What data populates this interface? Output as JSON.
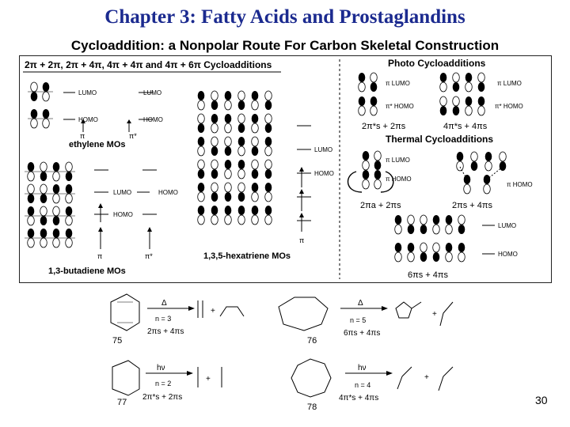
{
  "header": {
    "title": "Chapter 3: Fatty Acids and Prostaglandins",
    "subtitle": "Cycloaddition: a Nonpolar Route For Carbon Skeletal Construction"
  },
  "panel": {
    "left_heading": "2π + 2π, 2π + 4π, 4π + 4π and 4π + 6π Cycloadditions",
    "photo_heading": "Photo Cycloadditions",
    "thermal_heading": "Thermal Cycloadditions",
    "lumo": "LUMO",
    "homo": "HOMO",
    "pi": "π",
    "pi_star": "π*",
    "pi_lumo": "π LUMO",
    "pi_homo": "π HOMO",
    "pistar_homo": "π* HOMO",
    "ethylene_label": "ethylene MOs",
    "butadiene_label": "1,3-butadiene MOs",
    "hexatriene_label": "1,3,5-hexatriene MOs",
    "photo_22": "2π*s + 2πs",
    "photo_44": "4π*s + 4πs",
    "thermal_22": "2πa + 2πs",
    "thermal_24": "2πs + 4πs",
    "thermal_64": "6πs + 4πs"
  },
  "reactions": [
    {
      "id": "r75",
      "number": "75",
      "condition": "Δ",
      "n": "n = 3",
      "type": "2πs + 4πs",
      "sign": "+"
    },
    {
      "id": "r76",
      "number": "76",
      "condition": "Δ",
      "n": "n = 5",
      "type": "6πs + 4πs",
      "sign": "+"
    },
    {
      "id": "r77",
      "number": "77",
      "condition": "hν",
      "n": "n = 2",
      "type": "2π*s + 2πs",
      "sign": "+"
    },
    {
      "id": "r78",
      "number": "78",
      "condition": "hν",
      "n": "n = 4",
      "type": "4π*s + 4πs",
      "sign": "+"
    }
  ],
  "page_number": "30"
}
